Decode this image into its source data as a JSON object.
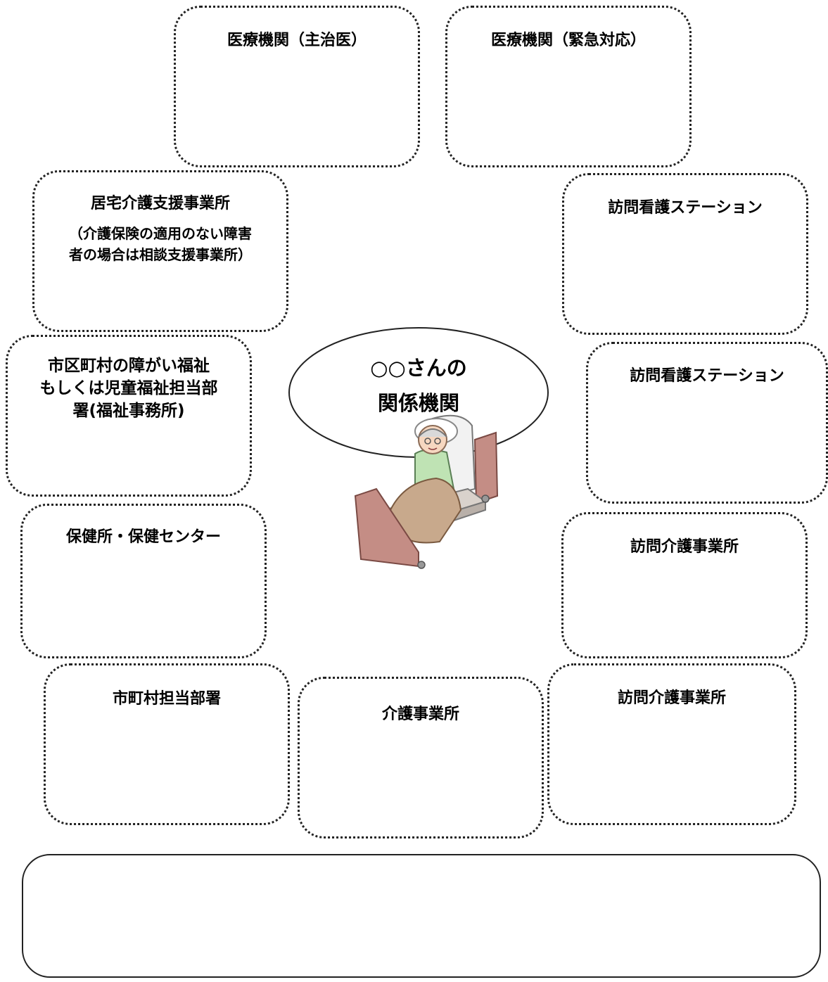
{
  "center": {
    "line1": "○○さんの",
    "line2": "関係機関"
  },
  "boxes": {
    "medical_primary": {
      "title": "医療機関（主治医）"
    },
    "medical_emergency": {
      "title": "医療機関（緊急対応）"
    },
    "care_support_office": {
      "title": "居宅介護支援事業所",
      "note_line1": "（介護保険の適用のない障害",
      "note_line2": "者の場合は相談支援事業所）"
    },
    "visiting_nursing_1": {
      "title": "訪問看護ステーション"
    },
    "municipal_welfare": {
      "line1": "市区町村の障がい福祉",
      "line2": "もしくは児童福祉担当部",
      "line3": "署(福祉事務所)"
    },
    "visiting_nursing_2": {
      "title": "訪問看護ステーション"
    },
    "health_center": {
      "title": "保健所・保健センター"
    },
    "home_care_1": {
      "title": "訪問介護事業所"
    },
    "municipal_dept": {
      "title": "市町村担当部署"
    },
    "care_office": {
      "title": "介護事業所"
    },
    "home_care_2": {
      "title": "訪問介護事業所"
    }
  },
  "memo": {
    "text": ""
  }
}
